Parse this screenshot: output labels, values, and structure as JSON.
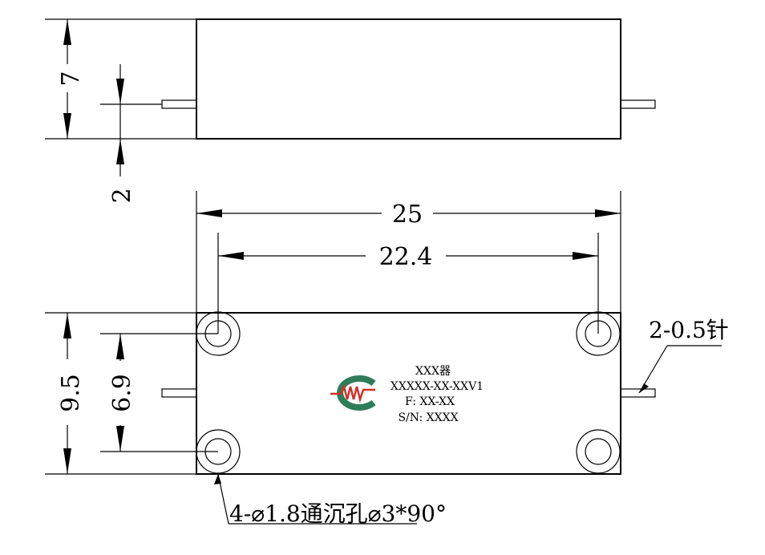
{
  "dimensions": {
    "side_height": "7",
    "pin_offset": "2",
    "total_length": "25",
    "hole_spacing": "22.4",
    "total_width": "9.5",
    "hole_vertical_spacing": "6.9"
  },
  "annotations": {
    "pin_note": "2-0.5针",
    "hole_note": "4-⌀1.8通沉孔⌀3*90°"
  },
  "label": {
    "line1": "XXX器",
    "line2": "XXXXX-XX-XXV1",
    "line3": "F: XX-XX",
    "line4": "S/N: XXXX"
  },
  "colors": {
    "line": "#000000",
    "logo_green": "#2e7d5b",
    "logo_red": "#d0312d"
  }
}
